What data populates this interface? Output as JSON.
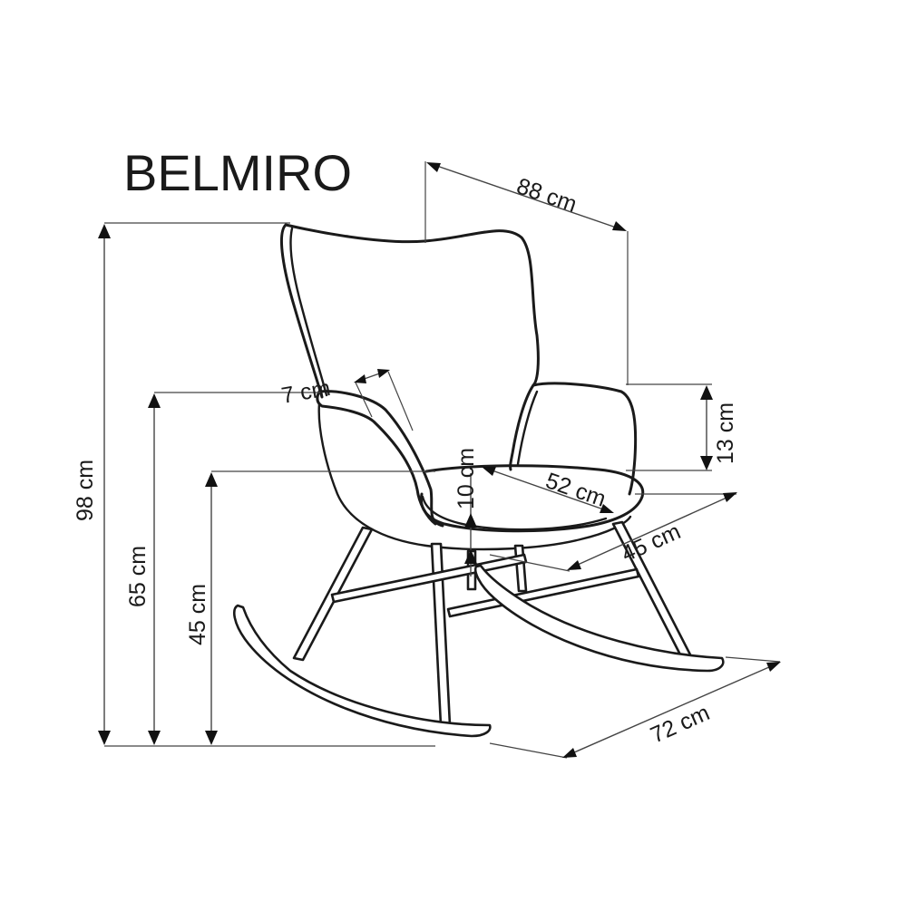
{
  "product": {
    "name": "BELMIRO"
  },
  "dimensions": {
    "width": "88 cm",
    "height": "98 cm",
    "armrest_height": "65 cm",
    "seat_height": "45 cm",
    "armrest_width": "7 cm",
    "armrest_above_seat": "13 cm",
    "seat_width": "52 cm",
    "seat_depth": "45 cm",
    "seat_thickness": "10 cm",
    "depth": "72 cm"
  }
}
